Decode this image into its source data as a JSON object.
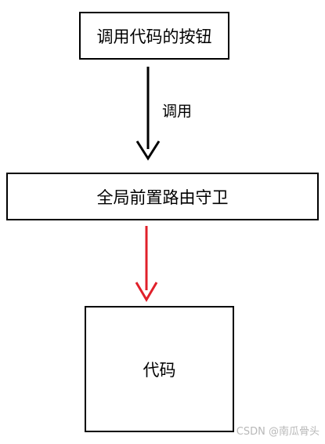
{
  "nodes": {
    "top": "调用代码的按钮",
    "middle": "全局前置路由守卫",
    "bottom": "代码"
  },
  "edges": [
    {
      "from": "top",
      "to": "middle",
      "label": "调用",
      "color": "#000000"
    },
    {
      "from": "middle",
      "to": "bottom",
      "label": "",
      "color": "#e0202a"
    }
  ],
  "watermark": "CSDN @南瓜骨头"
}
